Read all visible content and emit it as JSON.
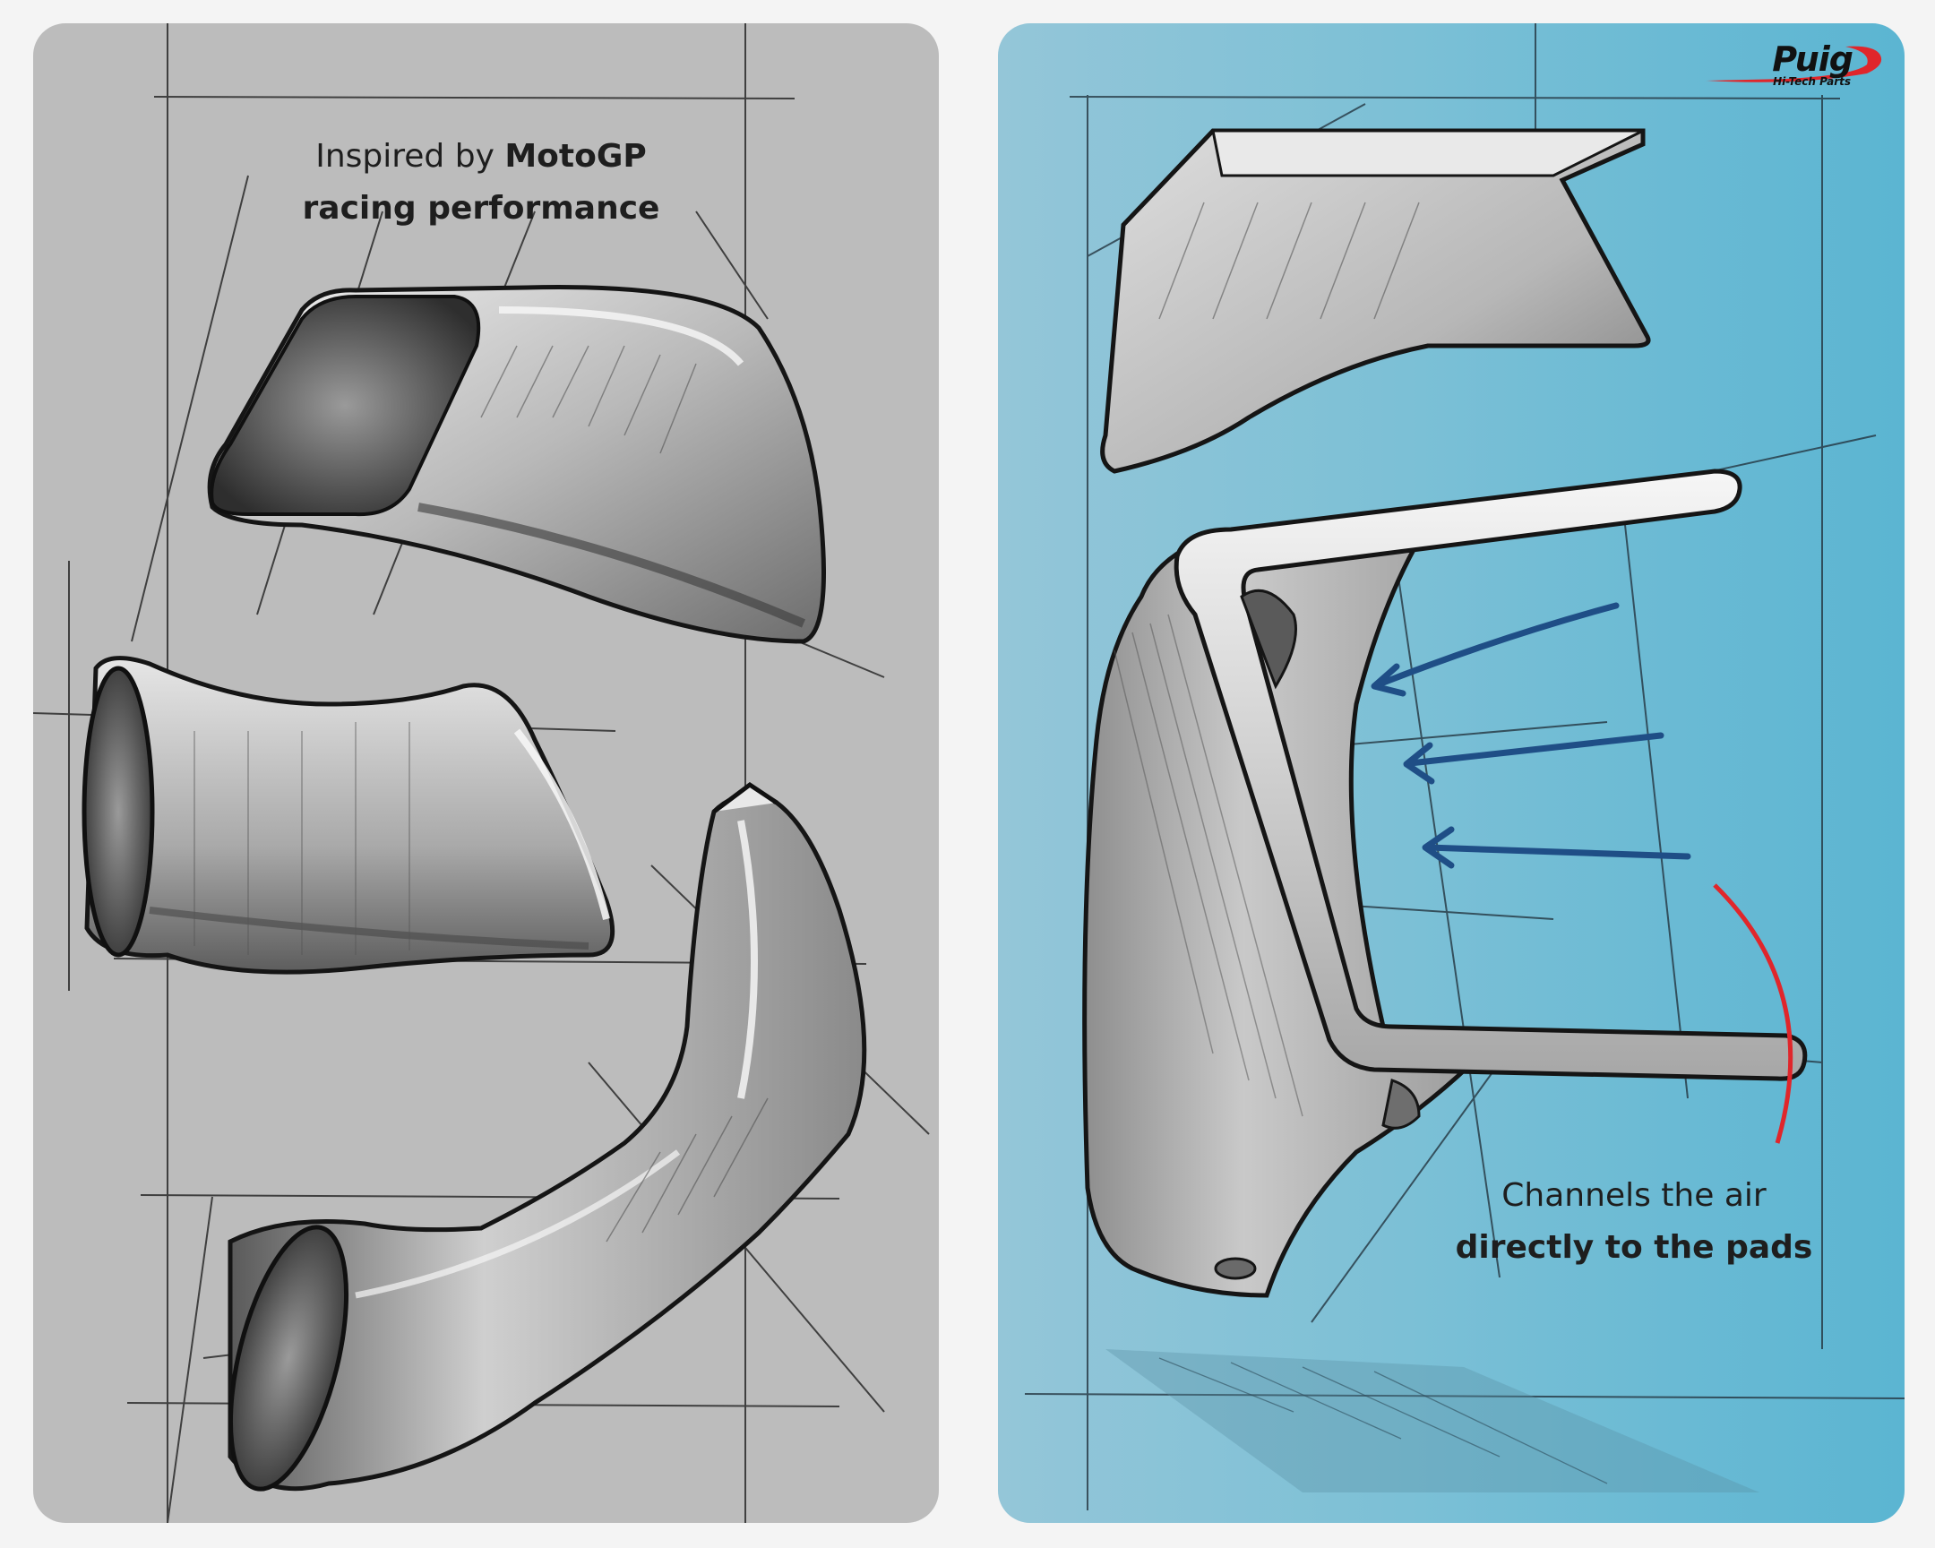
{
  "left_panel": {
    "caption_line1_regular": "Inspired by ",
    "caption_line1_bold": "MotoGP",
    "caption_line2_bold": "racing performance"
  },
  "right_panel": {
    "caption_line1_regular": "Channels the air",
    "caption_line2_bold": "directly to the pads",
    "brand": {
      "name": "Puig",
      "tagline": "Hi-Tech Parts",
      "swoosh_color": "#e0262b"
    },
    "arrow_color": "#1f4e86",
    "arc_color": "#e0262b"
  },
  "colors": {
    "left_background": "#bcbcbc",
    "right_background_start": "#94c6d8",
    "right_background_end": "#5bb5d2",
    "ink": "#1e1e1e"
  }
}
